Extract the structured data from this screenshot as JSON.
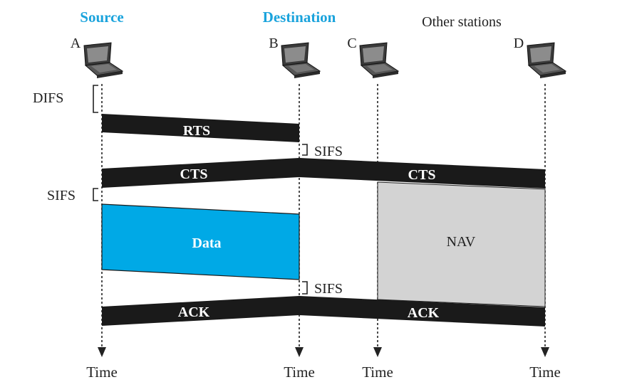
{
  "colors": {
    "accent": "#1aa3dc",
    "frame": "#1a1a1a",
    "data_fill": "#00a9e6",
    "nav_fill": "#d3d3d3"
  },
  "headers": {
    "source": "Source",
    "destination": "Destination",
    "other": "Other stations"
  },
  "stations": [
    {
      "letter": "A"
    },
    {
      "letter": "B"
    },
    {
      "letter": "C"
    },
    {
      "letter": "D"
    }
  ],
  "intervals": {
    "difs": "DIFS",
    "sifs": "SIFS"
  },
  "frames": {
    "rts": "RTS",
    "cts": "CTS",
    "data": "Data",
    "ack": "ACK",
    "nav": "NAV"
  },
  "time_label": "Time",
  "icons": {
    "station": "laptop-icon"
  }
}
